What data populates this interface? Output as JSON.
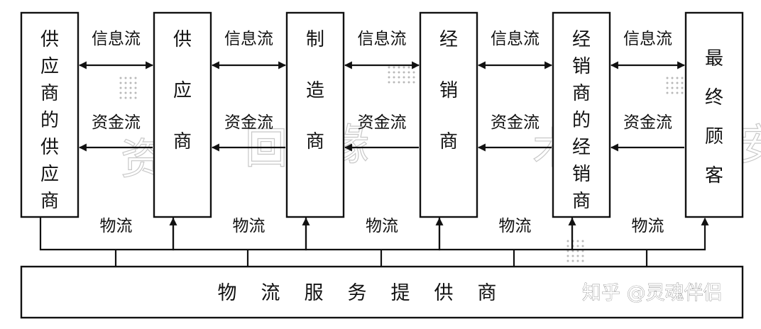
{
  "nodes": [
    {
      "id": "supplier-of-supplier",
      "label": "供应商的供应商"
    },
    {
      "id": "supplier",
      "label": "供应商"
    },
    {
      "id": "manufacturer",
      "label": "制造商"
    },
    {
      "id": "distributor",
      "label": "经销商"
    },
    {
      "id": "distributor-of-distributor",
      "label": "经销商的经销商"
    },
    {
      "id": "end-customer",
      "label": "最终顾客"
    }
  ],
  "flows": {
    "information": "信息流",
    "capital": "资金流",
    "logistics": "物流"
  },
  "logistics_provider": "物流服务提供商",
  "watermark": "知乎 @灵魂伴侣"
}
